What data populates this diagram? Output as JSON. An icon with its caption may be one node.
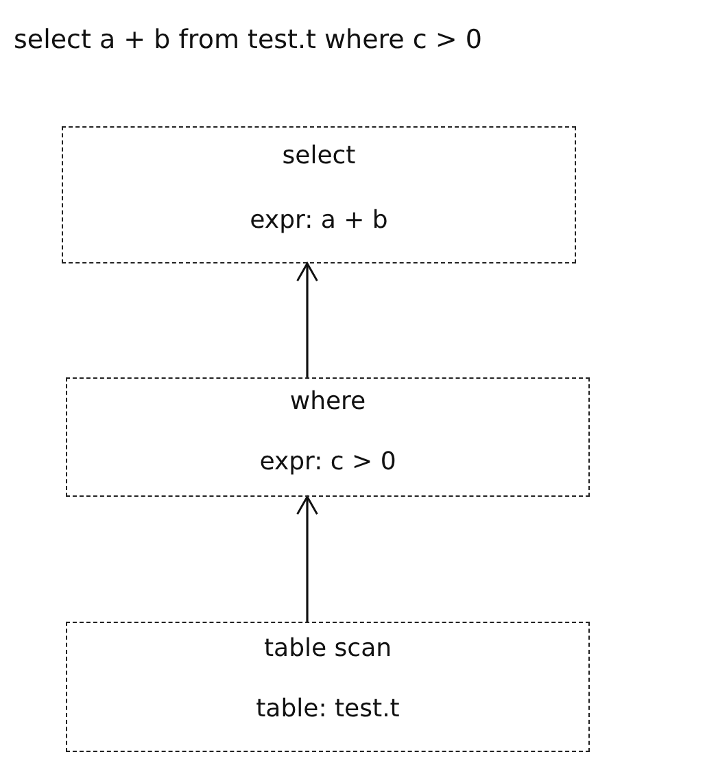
{
  "diagram": {
    "title": "select a + b from test.t where c > 0",
    "nodes": [
      {
        "text": [
          "select",
          "expr: a + b"
        ]
      },
      {
        "text": [
          "where",
          "expr: c > 0"
        ]
      },
      {
        "text": [
          "table scan",
          "table: test.t"
        ]
      }
    ],
    "edges": [
      {
        "from": 1,
        "to": 0,
        "arrow": "to"
      },
      {
        "from": 2,
        "to": 1,
        "arrow": "to"
      }
    ]
  }
}
